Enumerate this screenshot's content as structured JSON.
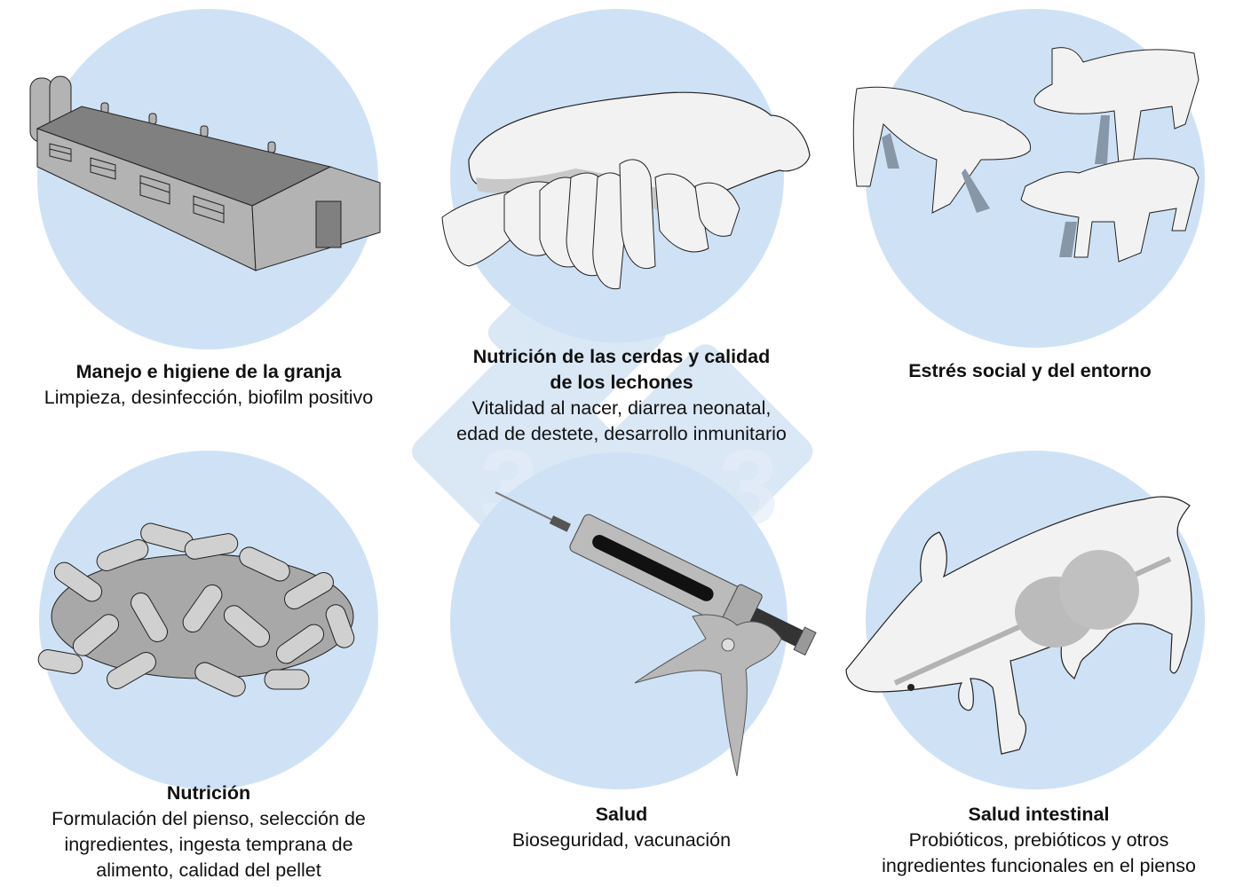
{
  "colors": {
    "circle": "#cfe2f5",
    "watermark": "#bcd4ee",
    "text": "#111111",
    "illustration_gray": "#b3b3b3",
    "illustration_dark_gray": "#808080"
  },
  "watermark": {
    "glyph": "3",
    "count": 2
  },
  "panels": [
    {
      "id": "farm",
      "icon": "barn-icon",
      "title": "Manejo e higiene de la granja",
      "description": "Limpieza, desinfección, biofilm positivo"
    },
    {
      "id": "sow-nutrition",
      "icon": "nursing-sow-icon",
      "title_line1": "Nutrición de las cerdas y calidad",
      "title_line2": "de los lechones",
      "description_line1": "Vitalidad al nacer, diarrea neonatal,",
      "description_line2": "edad de destete, desarrollo inmunitario"
    },
    {
      "id": "stress",
      "icon": "three-pigs-icon",
      "title": "Estrés social y del entorno"
    },
    {
      "id": "nutrition",
      "icon": "feed-pellets-icon",
      "title": "Nutrición",
      "description_line1": "Formulación del pienso, selección de",
      "description_line2": "ingredientes, ingesta temprana de",
      "description_line3": "alimento, calidad del pellet"
    },
    {
      "id": "health",
      "icon": "vaccine-syringe-icon",
      "title": "Salud",
      "description": "Bioseguridad, vacunación"
    },
    {
      "id": "gut-health",
      "icon": "pig-digestive-tract-icon",
      "title": "Salud intestinal",
      "description_line1": "Probióticos, prebióticos y otros",
      "description_line2": "ingredientes funcionales en el pienso"
    }
  ]
}
